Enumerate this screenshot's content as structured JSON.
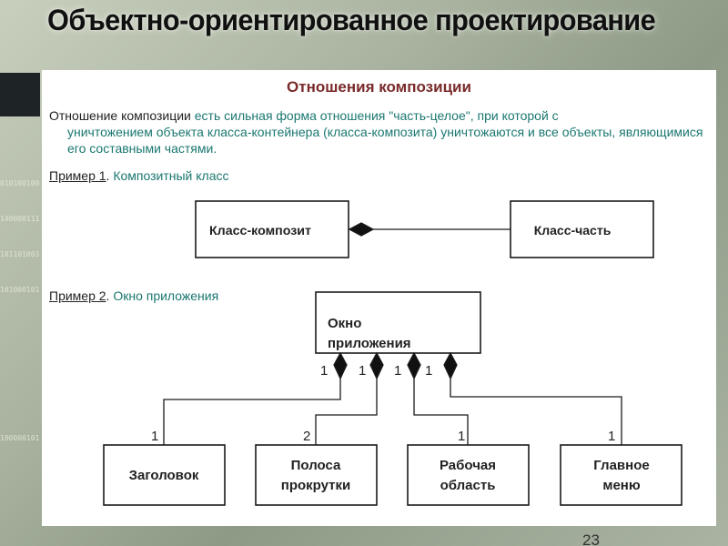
{
  "slide": {
    "title": "Объектно-ориентированное проектирование",
    "subtitle": "Отношения композиции",
    "definition": {
      "lead": "Отношение композиции",
      "text_line1": " есть сильная форма отношения \"часть-целое\", при которой с",
      "text_rest": "уничтожением объекта класса-контейнера (класса-композита) уничтожаются и все объекты, являющимися его составными частями."
    },
    "example1": {
      "label": "Пример 1",
      "separator": ".",
      "text": " Композитный класс"
    },
    "example2": {
      "label": "Пример 2",
      "separator": ".",
      "text": " Окно приложения"
    },
    "page_number": "23"
  },
  "background": {
    "binary_rows": [
      "010100100",
      "140000111",
      "101101003",
      "101000101",
      "100000101"
    ]
  },
  "diagram1": {
    "whole": "Класс-композит",
    "part": "Класс-часть"
  },
  "diagram2": {
    "whole_line1": "Окно",
    "whole_line2": "приложения",
    "parts": [
      {
        "label_line1": "Заголовок",
        "label_line2": "",
        "multiplicity_whole": "1",
        "multiplicity_part": "1"
      },
      {
        "label_line1": "Полоса",
        "label_line2": "прокрутки",
        "multiplicity_whole": "1",
        "multiplicity_part": "2"
      },
      {
        "label_line1": "Рабочая",
        "label_line2": "область",
        "multiplicity_whole": "1",
        "multiplicity_part": "1"
      },
      {
        "label_line1": "Главное",
        "label_line2": "меню",
        "multiplicity_whole": "1",
        "multiplicity_part": "1"
      }
    ]
  },
  "colors": {
    "title": "#101010",
    "subtitle": "#7a2a2a",
    "body_text": "#1a7770",
    "lines": "#1a1a1a"
  }
}
